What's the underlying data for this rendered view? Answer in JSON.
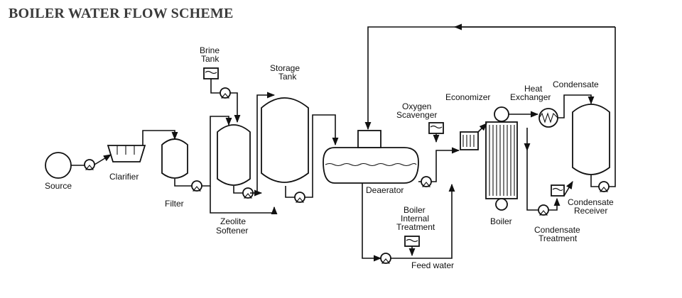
{
  "title": "BOILER WATER FLOW SCHEME",
  "labels": {
    "source": "Source",
    "clarifier": "Clarifier",
    "filter": "Filter",
    "brine_tank": [
      "Brine",
      "Tank"
    ],
    "zeolite_softener": [
      "Zeolite",
      "Softener"
    ],
    "storage_tank": [
      "Storage",
      "Tank"
    ],
    "deaerator": "Deaerator",
    "oxygen_scavenger": [
      "Oxygen",
      "Scavenger"
    ],
    "economizer": "Economizer",
    "heat_exchanger": [
      "Heat",
      "Exchanger"
    ],
    "condensate": "Condensate",
    "boiler": "Boiler",
    "boiler_internal_treatment": [
      "Boiler",
      "Internal",
      "Treatment"
    ],
    "feed_water": "Feed water",
    "condensate_treatment": [
      "Condensate",
      "Treatment"
    ],
    "condensate_receiver": [
      "Condensate",
      "Receiver"
    ]
  }
}
